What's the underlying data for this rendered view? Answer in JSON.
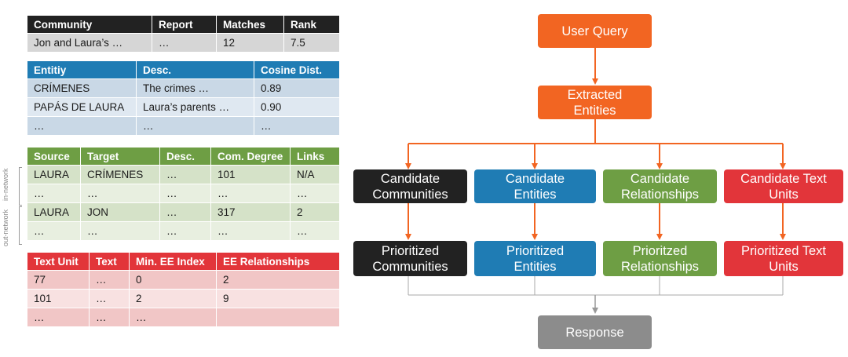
{
  "community_table": {
    "headers": [
      "Community",
      "Report",
      "Matches",
      "Rank"
    ],
    "rows": [
      [
        "Jon and Laura’s …",
        "…",
        "12",
        "7.5"
      ]
    ]
  },
  "entity_table": {
    "headers": [
      "Entitiy",
      "Desc.",
      "Cosine Dist."
    ],
    "rows": [
      [
        "CRÍMENES",
        "The crimes …",
        "0.89"
      ],
      [
        "PAPÁS DE LAURA",
        "Laura’s parents …",
        "0.90"
      ],
      [
        "…",
        "…",
        "…"
      ]
    ]
  },
  "relationship_table": {
    "headers": [
      "Source",
      "Target",
      "Desc.",
      "Com. Degree",
      "Links"
    ],
    "rows": [
      [
        "LAURA",
        "CRÍMENES",
        "…",
        "101",
        "N/A"
      ],
      [
        "…",
        "…",
        "…",
        "…",
        "…"
      ],
      [
        "LAURA",
        "JON",
        "…",
        "317",
        "2"
      ],
      [
        "…",
        "…",
        "…",
        "…",
        "…"
      ]
    ],
    "in_network_label": "in-network",
    "out_network_label": "out-network"
  },
  "text_unit_table": {
    "headers": [
      "Text Unit",
      "Text",
      "Min. EE Index",
      "EE Relationships"
    ],
    "rows": [
      [
        "77",
        "…",
        "0",
        "2"
      ],
      [
        "101",
        "…",
        "2",
        "9"
      ],
      [
        "…",
        "…",
        "…",
        ""
      ]
    ]
  },
  "flow": {
    "user_query": "User Query",
    "extracted_entities": [
      "Extracted",
      "Entities"
    ],
    "candidate_communities": [
      "Candidate",
      "Communities"
    ],
    "candidate_entities": [
      "Candidate",
      "Entities"
    ],
    "candidate_relationships": [
      "Candidate",
      "Relationships"
    ],
    "candidate_text_units": [
      "Candidate Text",
      "Units"
    ],
    "prioritized_communities": [
      "Prioritized",
      "Communities"
    ],
    "prioritized_entities": [
      "Prioritized",
      "Entities"
    ],
    "prioritized_relationships": [
      "Prioritzed",
      "Relationships"
    ],
    "prioritized_text_units": [
      "Prioritized Text",
      "Units"
    ],
    "response": "Response"
  },
  "colors": {
    "orange": "#f26522",
    "black": "#222222",
    "blue": "#1f7cb4",
    "green": "#6e9e44",
    "red": "#e2353a",
    "grey": "#8c8c8c"
  }
}
